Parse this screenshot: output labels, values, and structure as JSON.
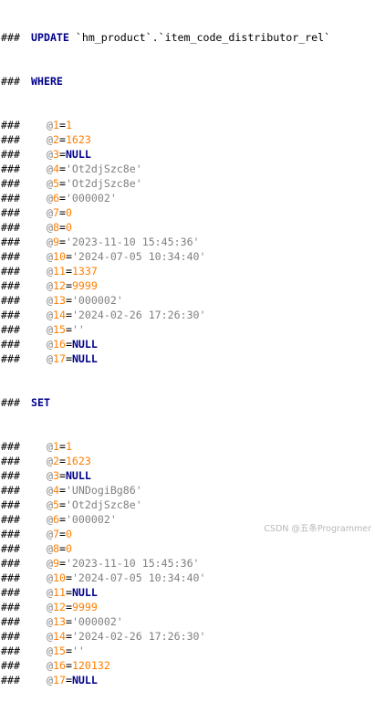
{
  "prefix": "###",
  "update_statement": {
    "keyword": "UPDATE",
    "table": " `hm_product`.`item_code_distributor_rel`"
  },
  "where_block": {
    "keyword": "WHERE",
    "params": [
      {
        "index": "1",
        "value": "1",
        "type": "num"
      },
      {
        "index": "2",
        "value": "1623",
        "type": "num"
      },
      {
        "index": "3",
        "value": "NULL",
        "type": "null"
      },
      {
        "index": "4",
        "value": "'Ot2djSzc8e'",
        "type": "str"
      },
      {
        "index": "5",
        "value": "'Ot2djSzc8e'",
        "type": "str"
      },
      {
        "index": "6",
        "value": "'000002'",
        "type": "str"
      },
      {
        "index": "7",
        "value": "0",
        "type": "num"
      },
      {
        "index": "8",
        "value": "0",
        "type": "num"
      },
      {
        "index": "9",
        "value": "'2023-11-10 15:45:36'",
        "type": "str"
      },
      {
        "index": "10",
        "value": "'2024-07-05 10:34:40'",
        "type": "str"
      },
      {
        "index": "11",
        "value": "1337",
        "type": "num"
      },
      {
        "index": "12",
        "value": "9999",
        "type": "num"
      },
      {
        "index": "13",
        "value": "'000002'",
        "type": "str"
      },
      {
        "index": "14",
        "value": "'2024-02-26 17:26:30'",
        "type": "str"
      },
      {
        "index": "15",
        "value": "''",
        "type": "str"
      },
      {
        "index": "16",
        "value": "NULL",
        "type": "null"
      },
      {
        "index": "17",
        "value": "NULL",
        "type": "null"
      }
    ]
  },
  "set_block": {
    "keyword": "SET",
    "params": [
      {
        "index": "1",
        "value": "1",
        "type": "num"
      },
      {
        "index": "2",
        "value": "1623",
        "type": "num"
      },
      {
        "index": "3",
        "value": "NULL",
        "type": "null"
      },
      {
        "index": "4",
        "value": "'UNDogiBg86'",
        "type": "str"
      },
      {
        "index": "5",
        "value": "'Ot2djSzc8e'",
        "type": "str"
      },
      {
        "index": "6",
        "value": "'000002'",
        "type": "str"
      },
      {
        "index": "7",
        "value": "0",
        "type": "num"
      },
      {
        "index": "8",
        "value": "0",
        "type": "num"
      },
      {
        "index": "9",
        "value": "'2023-11-10 15:45:36'",
        "type": "str"
      },
      {
        "index": "10",
        "value": "'2024-07-05 10:34:40'",
        "type": "str"
      },
      {
        "index": "11",
        "value": "NULL",
        "type": "null"
      },
      {
        "index": "12",
        "value": "9999",
        "type": "num"
      },
      {
        "index": "13",
        "value": "'000002'",
        "type": "str"
      },
      {
        "index": "14",
        "value": "'2024-02-26 17:26:30'",
        "type": "str"
      },
      {
        "index": "15",
        "value": "''",
        "type": "str"
      },
      {
        "index": "16",
        "value": "120132",
        "type": "num"
      },
      {
        "index": "17",
        "value": "NULL",
        "type": "null"
      }
    ]
  },
  "watermark": "CSDN @五条Programmer",
  "colors": {
    "keyword": "#00008b",
    "number": "#ff7f00",
    "string": "#808080",
    "background": "#ffffff"
  }
}
